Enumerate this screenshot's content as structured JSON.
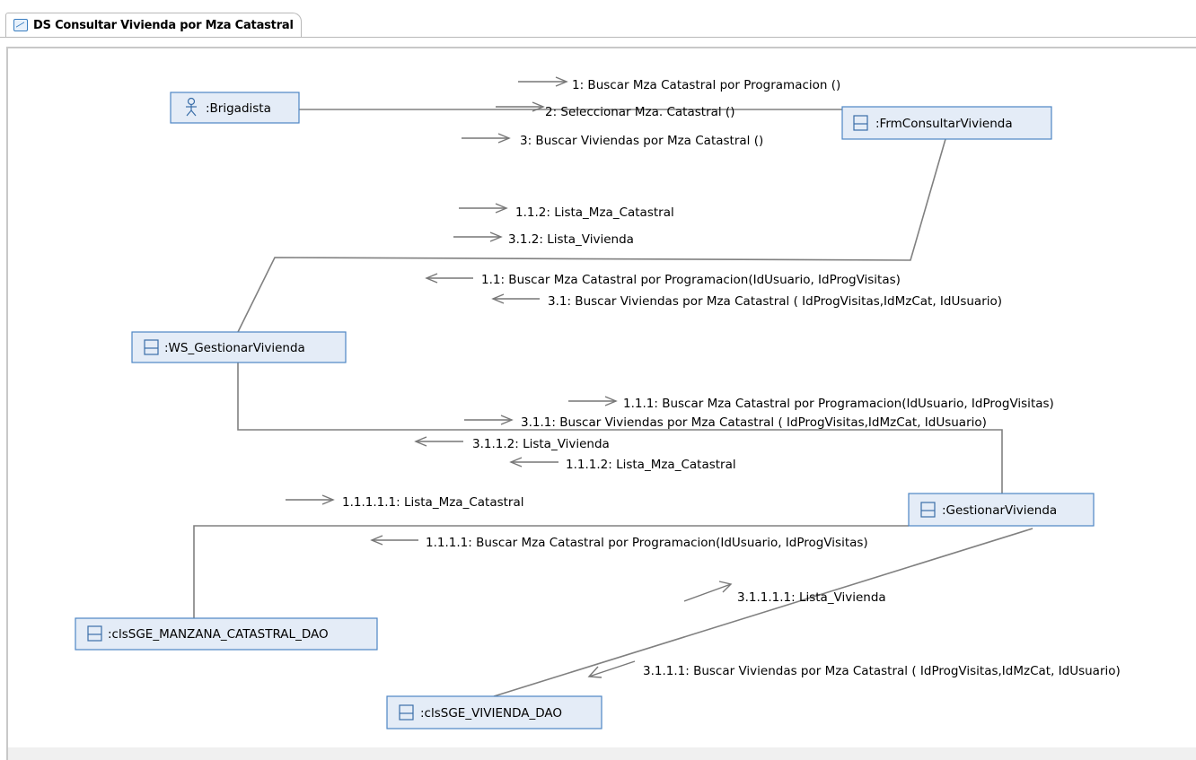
{
  "tab": {
    "title": "DS Consultar Vivienda por Mza Catastral"
  },
  "objects": {
    "brigadista": ":Brigadista",
    "frm": ":FrmConsultarVivienda",
    "ws": ":WS_GestionarVivienda",
    "gestionar": ":GestionarVivienda",
    "manzana_dao": ":clsSGE_MANZANA_CATASTRAL_DAO",
    "vivienda_dao": ":clsSGE_VIVIENDA_DAO"
  },
  "messages": {
    "m1": "1: Buscar Mza Catastral por Programacion ()",
    "m2": "2: Seleccionar Mza. Catastral ()",
    "m3": "3: Buscar Viviendas por Mza Catastral ()",
    "m112": "1.1.2: Lista_Mza_Catastral",
    "m312": "3.1.2: Lista_Vivienda",
    "m11": "1.1: Buscar Mza Catastral por Programacion(IdUsuario, IdProgVisitas)",
    "m31": "3.1: Buscar Viviendas por Mza Catastral ( IdProgVisitas,IdMzCat, IdUsuario)",
    "m111": "1.1.1: Buscar Mza Catastral por Programacion(IdUsuario, IdProgVisitas)",
    "m311": "3.1.1: Buscar Viviendas por Mza Catastral ( IdProgVisitas,IdMzCat, IdUsuario)",
    "m3112": "3.1.1.2: Lista_Vivienda",
    "m1112": "1.1.1.2: Lista_Mza_Catastral",
    "m11111": "1.1.1.1.1: Lista_Mza_Catastral",
    "m1111": "1.1.1.1: Buscar Mza Catastral por Programacion(IdUsuario, IdProgVisitas)",
    "m31111": "3.1.1.1.1: Lista_Vivienda",
    "m3111": "3.1.1.1: Buscar Viviendas por Mza Catastral ( IdProgVisitas,IdMzCat, IdUsuario)"
  },
  "icons": {
    "tab": "diagram-icon",
    "actor": "actor-icon",
    "lifeline": "lifeline-icon"
  },
  "colors": {
    "object_fill": "#e4ecf7",
    "object_border": "#4d86c4",
    "link": "#808080",
    "arrow": "#777777"
  }
}
